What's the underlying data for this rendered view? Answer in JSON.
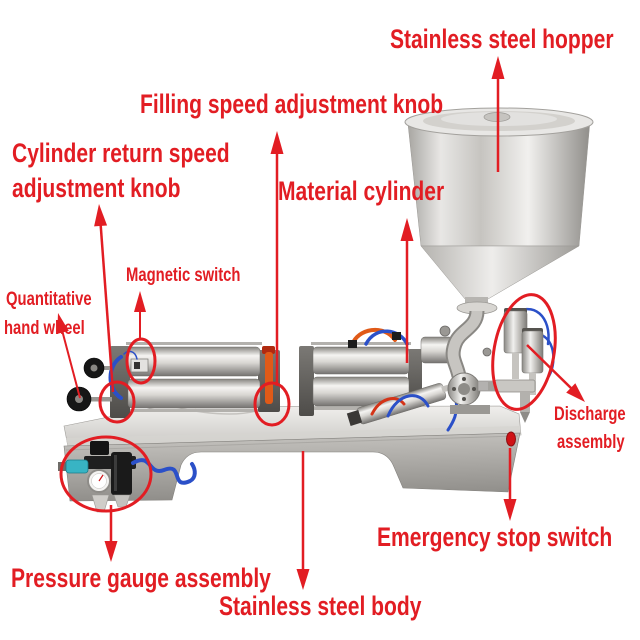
{
  "colors": {
    "annotation_red": "#e21d23",
    "hose_blue": "#2b50c8",
    "hose_orange": "#e05a18",
    "fitting_cyan": "#38b4c4",
    "emergency_button_red": "#cf1115"
  },
  "annotations": {
    "hopper": {
      "label": "Stainless steel hopper"
    },
    "filling_speed_knob": {
      "label": "Filling speed adjustment knob"
    },
    "cylinder_return_knob": {
      "line1": "Cylinder return speed",
      "line2": "adjustment knob"
    },
    "material_cylinder": {
      "label": "Material cylinder"
    },
    "magnetic_switch": {
      "label": "Magnetic switch"
    },
    "quantitative_hand_wheel": {
      "line1": "Quantitative",
      "line2": "hand wheel"
    },
    "discharge_assembly": {
      "line1": "Discharge",
      "line2": "assembly"
    },
    "emergency_stop_switch": {
      "label": "Emergency stop switch"
    },
    "pressure_gauge_assembly": {
      "label": "Pressure gauge assembly"
    },
    "machine_body": {
      "label": "Stainless steel body"
    }
  }
}
